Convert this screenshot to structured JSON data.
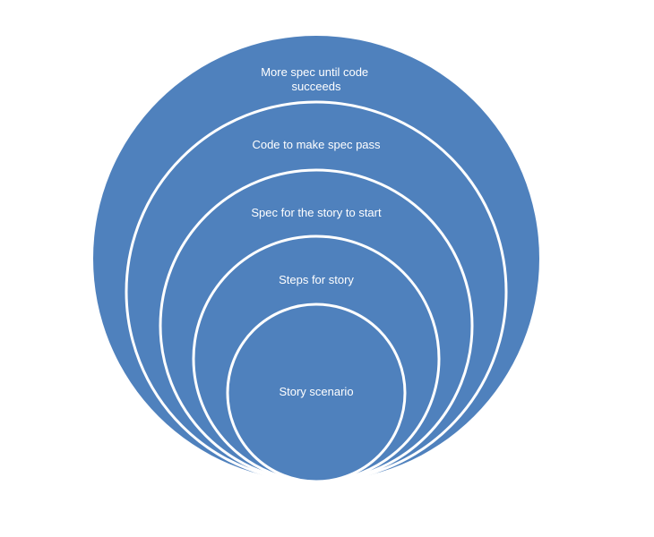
{
  "diagram": {
    "fill_color": "#4f81bd",
    "stroke_color": "#ffffff",
    "rings": [
      {
        "label_lines": [
          "More spec until code",
          "succeeds"
        ]
      },
      {
        "label_lines": [
          "Code to make spec pass"
        ]
      },
      {
        "label_lines": [
          "Spec for the story to start"
        ]
      },
      {
        "label_lines": [
          "Steps for story"
        ]
      },
      {
        "label_lines": [
          "Story scenario"
        ]
      }
    ]
  }
}
